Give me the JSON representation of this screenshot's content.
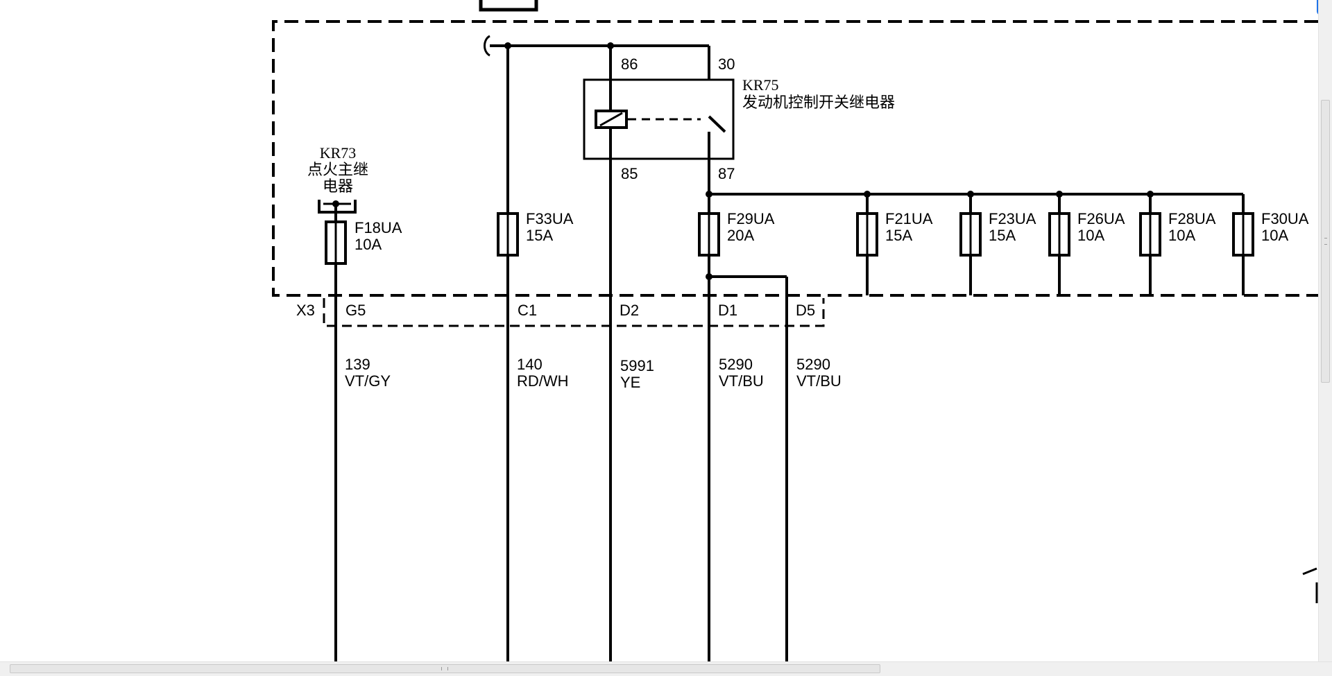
{
  "relay_kr75": {
    "id": "KR75",
    "name": "发动机控制开关继电器",
    "pins": {
      "p86": "86",
      "p30": "30",
      "p85": "85",
      "p87": "87"
    }
  },
  "relay_kr73": {
    "id": "KR73",
    "name_line1": "点火主继",
    "name_line2": "电器"
  },
  "fuses": [
    {
      "id": "F18UA",
      "rating": "10A"
    },
    {
      "id": "F33UA",
      "rating": "15A"
    },
    {
      "id": "F29UA",
      "rating": "20A"
    },
    {
      "id": "F21UA",
      "rating": "15A"
    },
    {
      "id": "F23UA",
      "rating": "15A"
    },
    {
      "id": "F26UA",
      "rating": "10A"
    },
    {
      "id": "F28UA",
      "rating": "10A"
    },
    {
      "id": "F30UA",
      "rating": "10A"
    }
  ],
  "connector": {
    "id": "X3",
    "pins": [
      "G5",
      "C1",
      "D2",
      "D1",
      "D5"
    ]
  },
  "wires": [
    {
      "circuit": "139",
      "color": "VT/GY"
    },
    {
      "circuit": "140",
      "color": "RD/WH"
    },
    {
      "circuit": "5991",
      "color": "YE"
    },
    {
      "circuit": "5290",
      "color": "VT/BU"
    },
    {
      "circuit": "5290",
      "color": "VT/BU"
    }
  ],
  "icons": {
    "link": "link-icon"
  },
  "colors": {
    "line": "#000000",
    "background": "#ffffff",
    "link_badge": "#1f73e8"
  }
}
